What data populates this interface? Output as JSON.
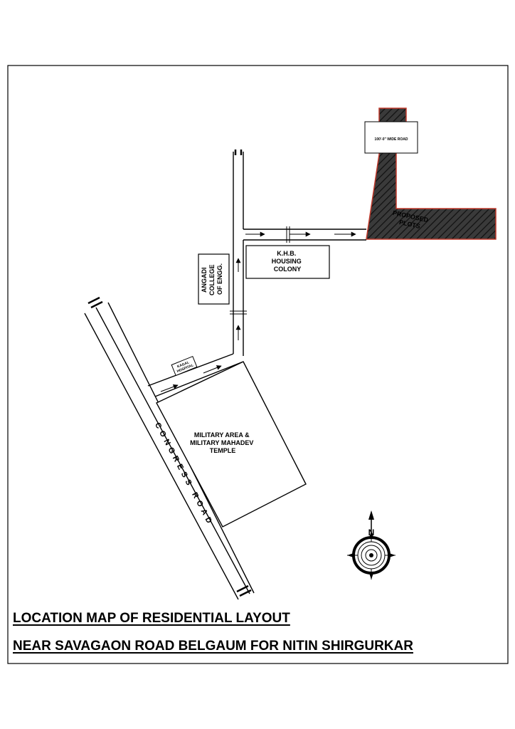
{
  "labels": {
    "wide_road": "100'-0\" WIDE ROAD",
    "proposed_plots": "PROPOSED\nPLOTS",
    "khb": "K.H.B.\nHOUSING\nCOLONY",
    "angadi": "ANGADI\nCOLLEGE\nOF ENGG.",
    "kagal": "KAGAL\nHOSPITAL",
    "military": "MILITARY AREA &\nMILITARY MAHADEV\nTEMPLE",
    "congress_road": "CONGRESS ROAD"
  },
  "compass": {
    "north_letter": "N"
  },
  "title": {
    "line1": "LOCATION MAP OF RESIDENTIAL LAYOUT",
    "line2": "NEAR SAVAGAON ROAD BELGAUM FOR NITIN SHIRGURKAR"
  },
  "colors": {
    "ink": "#000000",
    "plot_fill": "#3a3a3a",
    "plot_outline": "#c0392b"
  }
}
